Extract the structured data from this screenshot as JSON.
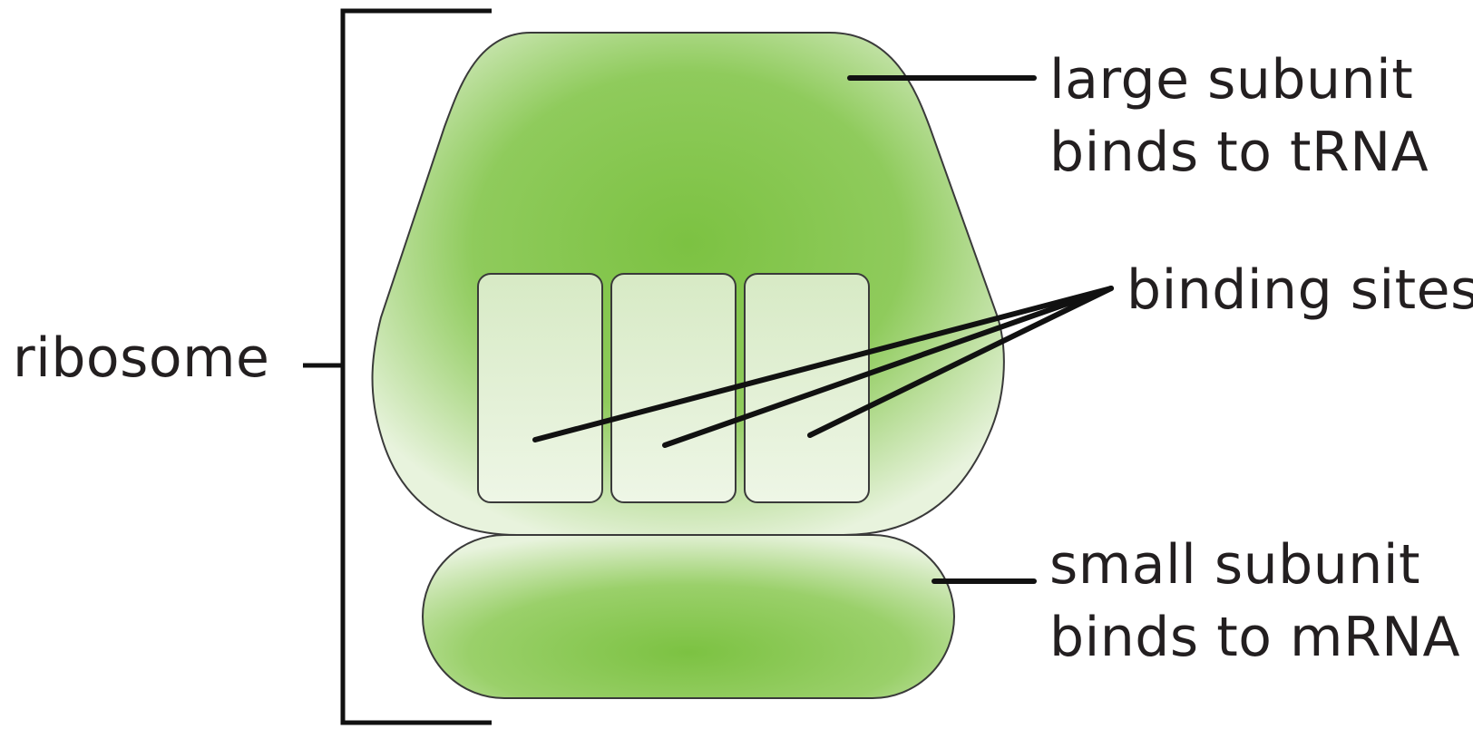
{
  "labels": {
    "ribosome": "ribosome",
    "large_subunit": [
      "large subunit",
      "binds to tRNA"
    ],
    "binding_sites": "binding sites",
    "small_subunit": [
      "small subunit",
      "binds to mRNA"
    ]
  },
  "colors": {
    "subunit_center": "#7cc242",
    "subunit_edge": "#e8f3dd",
    "site_fill": "#e3f0d6",
    "outline": "#3a3a3a",
    "line": "#111111"
  }
}
